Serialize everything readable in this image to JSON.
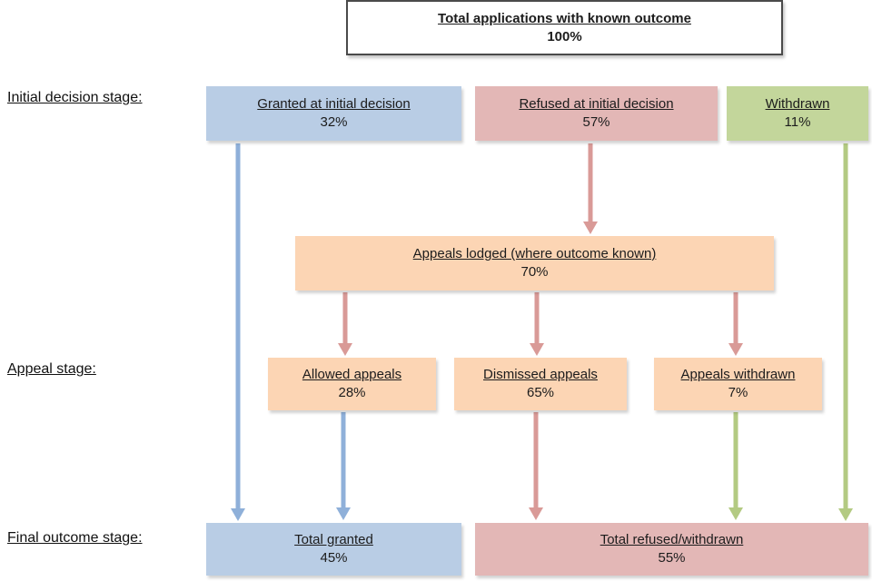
{
  "diagram": {
    "type": "flowchart",
    "root": {
      "title": "Total applications with known outcome",
      "value": "100%"
    },
    "stage_labels": {
      "initial": "Initial decision stage:",
      "appeal": "Appeal stage:",
      "final": "Final outcome stage:"
    },
    "nodes": {
      "granted_initial": {
        "title": "Granted at initial decision",
        "value": "32%"
      },
      "refused_initial": {
        "title": "Refused at initial decision",
        "value": "57%"
      },
      "withdrawn": {
        "title": "Withdrawn",
        "value": "11%"
      },
      "appeals_lodged": {
        "title": "Appeals lodged (where outcome known)",
        "value": "70%"
      },
      "allowed_appeals": {
        "title": "Allowed appeals",
        "value": "28%"
      },
      "dismissed_appeals": {
        "title": "Dismissed appeals",
        "value": "65%"
      },
      "appeals_withdrawn": {
        "title": "Appeals withdrawn",
        "value": "7%"
      },
      "total_granted": {
        "title": "Total granted",
        "value": "45%"
      },
      "total_refused_withdrawn": {
        "title": "Total refused/withdrawn",
        "value": "55%"
      }
    },
    "edges": [
      {
        "from": "granted_initial",
        "to": "total_granted",
        "color": "blue"
      },
      {
        "from": "refused_initial",
        "to": "appeals_lodged",
        "color": "pink"
      },
      {
        "from": "withdrawn",
        "to": "total_refused_withdrawn",
        "color": "green"
      },
      {
        "from": "appeals_lodged",
        "to": "allowed_appeals",
        "color": "pink"
      },
      {
        "from": "appeals_lodged",
        "to": "dismissed_appeals",
        "color": "pink"
      },
      {
        "from": "appeals_lodged",
        "to": "appeals_withdrawn",
        "color": "pink"
      },
      {
        "from": "allowed_appeals",
        "to": "total_granted",
        "color": "blue"
      },
      {
        "from": "dismissed_appeals",
        "to": "total_refused_withdrawn",
        "color": "pink"
      },
      {
        "from": "appeals_withdrawn",
        "to": "total_refused_withdrawn",
        "color": "green"
      }
    ],
    "colors": {
      "granted_blue_fill": "#b9cde5",
      "refused_pink_fill": "#e3b7b6",
      "withdrawn_green_fill": "#c3d69b",
      "appeal_orange_fill": "#fcd5b4",
      "arrow_blue": "#8fb0d9",
      "arrow_pink": "#d99a97",
      "arrow_green": "#b3ca82"
    }
  }
}
